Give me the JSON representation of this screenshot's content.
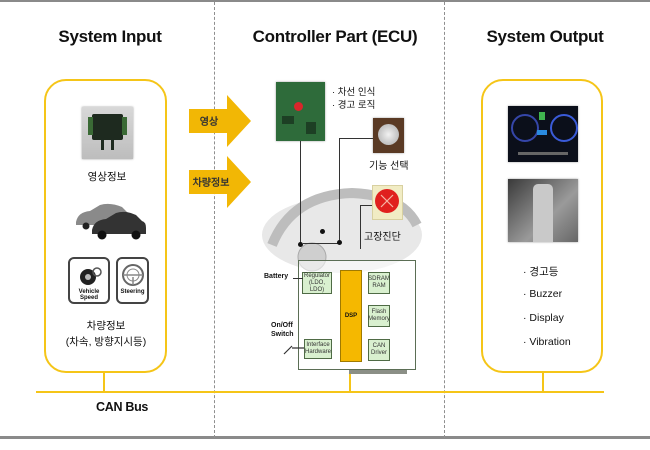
{
  "sections": {
    "input": {
      "title": "System Input"
    },
    "controller": {
      "title": "Controller Part (ECU)"
    },
    "output": {
      "title": "System Output"
    }
  },
  "input_panel": {
    "camera_label": "영상정보",
    "vehicle_speed_label": "Vehicle Speed",
    "steering_label": "Steering",
    "vehicle_info_label": "차량정보",
    "vehicle_info_detail": "(차속, 방향지시등)"
  },
  "arrows": [
    {
      "label": "영상"
    },
    {
      "label": "차량정보"
    }
  ],
  "controller_panel": {
    "bullets": [
      "· 차선 인식",
      "· 경고 로직"
    ],
    "function_select_label": "기능 선택",
    "fault_diag_label": "고장진단",
    "battery_label": "Battery",
    "switch_label_1": "On/Off",
    "switch_label_2": "Switch",
    "blocks": {
      "regulator": "Regulator (LDO, LDO)",
      "dsp": "DSP",
      "sdram": "SDRAM RAM",
      "flash": "Flash Memory",
      "can_driver": "CAN Driver",
      "interface": "Interface Hardware"
    }
  },
  "output_panel": {
    "items": [
      "· 경고등",
      "· Buzzer",
      "· Display",
      "· Vibration"
    ]
  },
  "bus": {
    "label": "CAN Bus"
  },
  "colors": {
    "accent": "#f5c518",
    "arrow": "#f2b705",
    "block_fill": "#d9f0cf",
    "divider": "#8a8a8a"
  }
}
